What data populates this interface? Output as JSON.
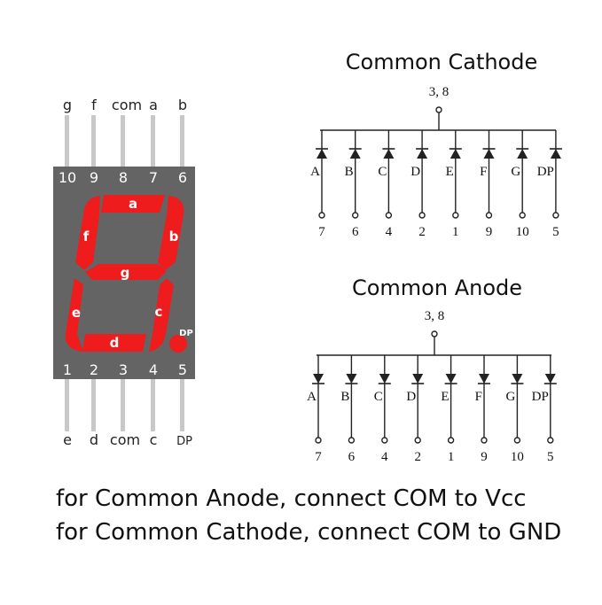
{
  "display": {
    "top_pin_labels": [
      "g",
      "f",
      "com",
      "a",
      "b"
    ],
    "top_pin_numbers": [
      "10",
      "9",
      "8",
      "7",
      "6"
    ],
    "bottom_pin_numbers": [
      "1",
      "2",
      "3",
      "4",
      "5"
    ],
    "bottom_pin_labels": [
      "e",
      "d",
      "com",
      "c",
      "DP"
    ],
    "segment_labels": {
      "a": "a",
      "b": "b",
      "c": "c",
      "d": "d",
      "e": "e",
      "f": "f",
      "g": "g",
      "dp": "DP"
    },
    "colors": {
      "body": "#646464",
      "segment": "#ee1c1c",
      "pin": "#c8c8c8",
      "label": "#ffffff"
    }
  },
  "cathode": {
    "title": "Common Cathode",
    "common_pins": "3, 8",
    "segments": [
      "A",
      "B",
      "C",
      "D",
      "E",
      "F",
      "G",
      "DP"
    ],
    "pins": [
      "7",
      "6",
      "4",
      "2",
      "1",
      "9",
      "10",
      "5"
    ]
  },
  "anode": {
    "title": "Common Anode",
    "common_pins": "3, 8",
    "segments": [
      "A",
      "B",
      "C",
      "D",
      "E",
      "F",
      "G",
      "DP"
    ],
    "pins": [
      "7",
      "6",
      "4",
      "2",
      "1",
      "9",
      "10",
      "5"
    ]
  },
  "notes": {
    "line1": "for Common Anode, connect COM to Vcc",
    "line2": "for Common Cathode, connect COM to GND"
  }
}
